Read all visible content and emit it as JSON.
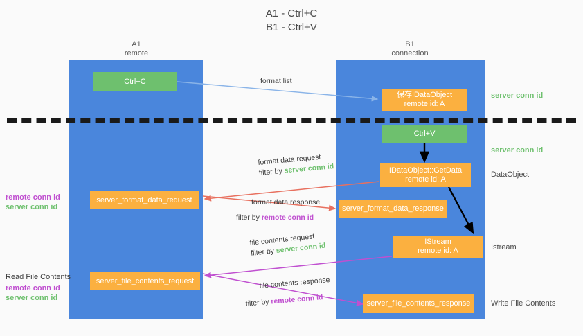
{
  "title": "A1 - Ctrl+C\nB1 - Ctrl+V",
  "colors": {
    "lane": "#4a86dc",
    "green_node": "#6ec06e",
    "orange_node": "#fbb040",
    "green_text": "#6ec06e",
    "purple_text": "#c050d0",
    "blue_arrow": "#8ab4e8",
    "red_arrow": "#e8705f",
    "magenta_arrow": "#c050d0",
    "black_arrow": "#000000",
    "background": "#fafafa"
  },
  "columns": [
    {
      "name": "A1",
      "sub": "remote"
    },
    {
      "name": "B1",
      "sub": "connection"
    }
  ],
  "nodes": {
    "ctrl_c": {
      "label": "Ctrl+C"
    },
    "save_idataobject": {
      "label": "保存IDataObject",
      "sub": "remote id: A"
    },
    "ctrl_v": {
      "label": "Ctrl+V"
    },
    "getdata": {
      "label": "IDataObject::GetData",
      "sub": "remote id: A"
    },
    "server_format_data_request": {
      "label": "server_format_data_request"
    },
    "server_format_data_response": {
      "label": "server_format_data_response"
    },
    "istream": {
      "label": "IStream",
      "sub": "remote id: A"
    },
    "server_file_contents_request": {
      "label": "server_file_contents_request"
    },
    "server_file_contents_response": {
      "label": "server_file_contents_response"
    }
  },
  "right_annotations": [
    {
      "text": "server conn id",
      "kind": "green"
    },
    {
      "text": "server conn id",
      "kind": "green"
    },
    {
      "text": "DataObject",
      "kind": "plain"
    },
    {
      "text": "Istream",
      "kind": "plain"
    },
    {
      "text": "Write File Contents",
      "kind": "plain"
    }
  ],
  "left_annotations": [
    {
      "line1": "remote conn id",
      "line2": "server conn id"
    },
    {
      "heading": "Read File Contents",
      "line1": "remote conn id",
      "line2": "server conn id"
    }
  ],
  "edge_labels": {
    "format_list": "format list",
    "format_data_request": "format data request",
    "format_data_request_filter_prefix": "filter by ",
    "format_data_request_filter_value": "server conn id",
    "format_data_response": "format data response",
    "format_data_response_filter_prefix": "filter by ",
    "format_data_response_filter_value": "remote conn id",
    "file_contents_request": "file contents request",
    "file_contents_request_filter_prefix": "filter by ",
    "file_contents_request_filter_value": "server conn id",
    "file_contents_response": "file contents response",
    "file_contents_response_filter_prefix": "filter by ",
    "file_contents_response_filter_value": "remote conn id"
  }
}
